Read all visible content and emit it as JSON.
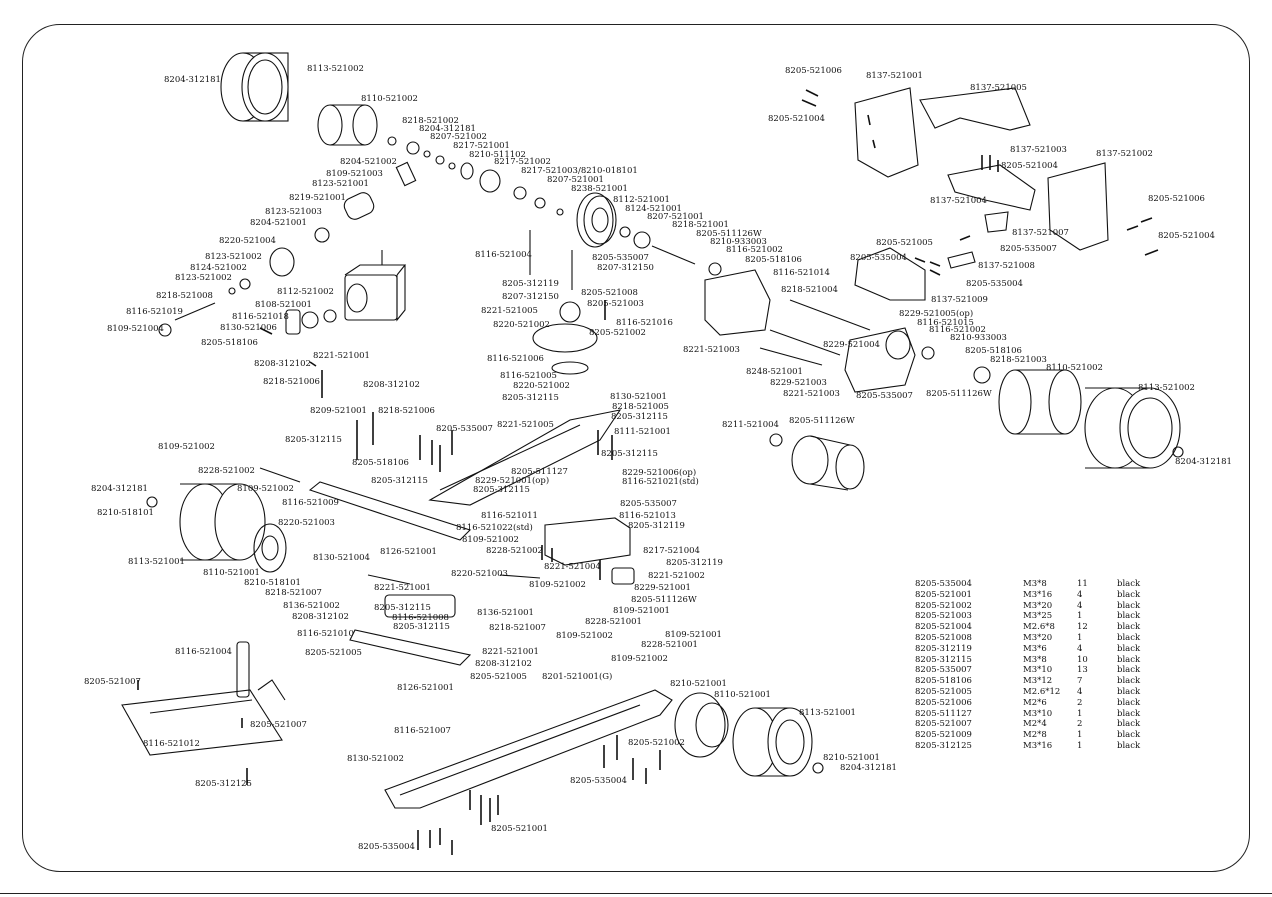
{
  "labels": [
    {
      "id": "l1",
      "text": "8204-312181"
    },
    {
      "id": "l2",
      "text": "8113-521002"
    },
    {
      "id": "l3",
      "text": "8110-521002"
    },
    {
      "id": "l4",
      "text": "8218-521002"
    },
    {
      "id": "l5",
      "text": "8204-312181"
    },
    {
      "id": "l6",
      "text": "8207-521002"
    },
    {
      "id": "l7",
      "text": "8217-521001"
    },
    {
      "id": "l8",
      "text": "8210-511102"
    },
    {
      "id": "l9",
      "text": "8217-521002"
    },
    {
      "id": "l10",
      "text": "8204-521002"
    },
    {
      "id": "l11",
      "text": "8109-521003"
    },
    {
      "id": "l12",
      "text": "8123-521001"
    },
    {
      "id": "l13",
      "text": "8219-521001"
    },
    {
      "id": "l14",
      "text": "8217-521003/8210-018101"
    },
    {
      "id": "l15",
      "text": "8207-521001"
    },
    {
      "id": "l16",
      "text": "8238-521001"
    },
    {
      "id": "l17",
      "text": "8112-521001"
    },
    {
      "id": "l18",
      "text": "8124-521001"
    },
    {
      "id": "l19",
      "text": "8207-521001"
    },
    {
      "id": "l20",
      "text": "8218-521001"
    },
    {
      "id": "l21",
      "text": "8205-511126W"
    },
    {
      "id": "l22",
      "text": "8210-933003"
    },
    {
      "id": "l23",
      "text": "8116-521002"
    },
    {
      "id": "l24",
      "text": "8205-518106"
    },
    {
      "id": "l25",
      "text": "8116-521014"
    },
    {
      "id": "l26",
      "text": "8218-521004"
    },
    {
      "id": "l27",
      "text": "8123-521003"
    },
    {
      "id": "l28",
      "text": "8204-521001"
    },
    {
      "id": "l29",
      "text": "8220-521004"
    },
    {
      "id": "l30",
      "text": "8123-521002"
    },
    {
      "id": "l31",
      "text": "8124-521002"
    },
    {
      "id": "l32",
      "text": "8123-521002"
    },
    {
      "id": "l33",
      "text": "8218-521008"
    },
    {
      "id": "l34",
      "text": "8116-521019"
    },
    {
      "id": "l35",
      "text": "8109-521004"
    },
    {
      "id": "l36",
      "text": "8112-521002"
    },
    {
      "id": "l37",
      "text": "8108-521001"
    },
    {
      "id": "l38",
      "text": "8116-521018"
    },
    {
      "id": "l39",
      "text": "8130-521006"
    },
    {
      "id": "l40",
      "text": "8205-518106"
    },
    {
      "id": "l41",
      "text": "8116-521004"
    },
    {
      "id": "l42",
      "text": "8205-535007"
    },
    {
      "id": "l43",
      "text": "8207-312150"
    },
    {
      "id": "l44",
      "text": "8205-312119"
    },
    {
      "id": "l45",
      "text": "8207-312150"
    },
    {
      "id": "l46",
      "text": "8205-521008"
    },
    {
      "id": "l47",
      "text": "8221-521005"
    },
    {
      "id": "l48",
      "text": "8205-521003"
    },
    {
      "id": "l49",
      "text": "8220-521002"
    },
    {
      "id": "l50",
      "text": "8116-521016"
    },
    {
      "id": "l51",
      "text": "8205-521002"
    },
    {
      "id": "l52",
      "text": "8221-521003"
    },
    {
      "id": "l53",
      "text": "8208-312102"
    },
    {
      "id": "l54",
      "text": "8221-521001"
    },
    {
      "id": "l55",
      "text": "8218-521006"
    },
    {
      "id": "l56",
      "text": "8116-521006"
    },
    {
      "id": "l57",
      "text": "8116-521005"
    },
    {
      "id": "l58",
      "text": "8220-521002"
    },
    {
      "id": "l59",
      "text": "8205-312115"
    },
    {
      "id": "l60",
      "text": "8208-312102"
    },
    {
      "id": "l61",
      "text": "8130-521001"
    },
    {
      "id": "l62",
      "text": "8218-521005"
    },
    {
      "id": "l63",
      "text": "8205-312115"
    },
    {
      "id": "l64",
      "text": "8111-521001"
    },
    {
      "id": "l65",
      "text": "8209-521001"
    },
    {
      "id": "l66",
      "text": "8218-521006"
    },
    {
      "id": "l67",
      "text": "8205-535007"
    },
    {
      "id": "l68",
      "text": "8221-521005"
    },
    {
      "id": "l69",
      "text": "8205-312115"
    },
    {
      "id": "l70",
      "text": "8205-518106"
    },
    {
      "id": "l71",
      "text": "8205-312115"
    },
    {
      "id": "l72",
      "text": "8205-312115"
    },
    {
      "id": "l73",
      "text": "8109-521002"
    },
    {
      "id": "l74",
      "text": "8228-521002"
    },
    {
      "id": "l75",
      "text": "8109-521002"
    },
    {
      "id": "l76",
      "text": "8204-312181"
    },
    {
      "id": "l77",
      "text": "8210-518101"
    },
    {
      "id": "l78",
      "text": "8116-521009"
    },
    {
      "id": "l79",
      "text": "8205-511127"
    },
    {
      "id": "l80",
      "text": "8229-521001(op)"
    },
    {
      "id": "l81",
      "text": "8205-312115"
    },
    {
      "id": "l82",
      "text": "8229-521006(op)"
    },
    {
      "id": "l83",
      "text": "8116-521021(std)"
    },
    {
      "id": "l84",
      "text": "8205-535007"
    },
    {
      "id": "l85",
      "text": "8116-521011"
    },
    {
      "id": "l86",
      "text": "8116-521013"
    },
    {
      "id": "l87",
      "text": "8116-521022(std)"
    },
    {
      "id": "l88",
      "text": "8205-312119"
    },
    {
      "id": "l89",
      "text": "8220-521003"
    },
    {
      "id": "l90",
      "text": "8109-521002"
    },
    {
      "id": "l91",
      "text": "8228-521002"
    },
    {
      "id": "l92",
      "text": "8126-521001"
    },
    {
      "id": "l93",
      "text": "8130-521004"
    },
    {
      "id": "l94",
      "text": "8113-521001"
    },
    {
      "id": "l95",
      "text": "8110-521001"
    },
    {
      "id": "l96",
      "text": "8210-518101"
    },
    {
      "id": "l97",
      "text": "8218-521007"
    },
    {
      "id": "l98",
      "text": "8221-521004"
    },
    {
      "id": "l99",
      "text": "8220-521003"
    },
    {
      "id": "l100",
      "text": "8109-521002"
    },
    {
      "id": "l101",
      "text": "8217-521004"
    },
    {
      "id": "l102",
      "text": "8205-312119"
    },
    {
      "id": "l103",
      "text": "8221-521002"
    },
    {
      "id": "l104",
      "text": "8229-521001"
    },
    {
      "id": "l105",
      "text": "8205-511126W"
    },
    {
      "id": "l106",
      "text": "8221-521001"
    },
    {
      "id": "l107",
      "text": "8136-521002"
    },
    {
      "id": "l108",
      "text": "8208-312102"
    },
    {
      "id": "l109",
      "text": "8205-312115"
    },
    {
      "id": "l110",
      "text": "8116-521008"
    },
    {
      "id": "l111",
      "text": "8205-312115"
    },
    {
      "id": "l112",
      "text": "8136-521001"
    },
    {
      "id": "l113",
      "text": "8109-521001"
    },
    {
      "id": "l114",
      "text": "8228-521001"
    },
    {
      "id": "l115",
      "text": "8218-521007"
    },
    {
      "id": "l116",
      "text": "8109-521002"
    },
    {
      "id": "l117",
      "text": "8116-521010"
    },
    {
      "id": "l118",
      "text": "8205-521005"
    },
    {
      "id": "l119",
      "text": "8221-521001"
    },
    {
      "id": "l120",
      "text": "8208-312102"
    },
    {
      "id": "l121",
      "text": "8205-521005"
    },
    {
      "id": "l122",
      "text": "8109-521001"
    },
    {
      "id": "l123",
      "text": "8228-521001"
    },
    {
      "id": "l124",
      "text": "8109-521002"
    },
    {
      "id": "l125",
      "text": "8116-521004"
    },
    {
      "id": "l126",
      "text": "8205-521007"
    },
    {
      "id": "l127",
      "text": "8205-521007"
    },
    {
      "id": "l128",
      "text": "8116-521012"
    },
    {
      "id": "l129",
      "text": "8205-312125"
    },
    {
      "id": "l130",
      "text": "8126-521001"
    },
    {
      "id": "l131",
      "text": "8201-521001(G)"
    },
    {
      "id": "l132",
      "text": "8116-521007"
    },
    {
      "id": "l133",
      "text": "8130-521002"
    },
    {
      "id": "l134",
      "text": "8210-521001"
    },
    {
      "id": "l135",
      "text": "8110-521001"
    },
    {
      "id": "l136",
      "text": "8113-521001"
    },
    {
      "id": "l137",
      "text": "8205-521002"
    },
    {
      "id": "l138",
      "text": "8205-535004"
    },
    {
      "id": "l139",
      "text": "8210-521001"
    },
    {
      "id": "l140",
      "text": "8204-312181"
    },
    {
      "id": "l141",
      "text": "8205-521001"
    },
    {
      "id": "l142",
      "text": "8205-535004"
    },
    {
      "id": "l143",
      "text": "8205-521006"
    },
    {
      "id": "l144",
      "text": "8137-521001"
    },
    {
      "id": "l145",
      "text": "8137-521005"
    },
    {
      "id": "l146",
      "text": "8205-521004"
    },
    {
      "id": "l147",
      "text": "8137-521003"
    },
    {
      "id": "l148",
      "text": "8205-521004"
    },
    {
      "id": "l149",
      "text": "8137-521002"
    },
    {
      "id": "l150",
      "text": "8205-521006"
    },
    {
      "id": "l151",
      "text": "8137-521004"
    },
    {
      "id": "l152",
      "text": "8205-521004"
    },
    {
      "id": "l153",
      "text": "8137-521007"
    },
    {
      "id": "l154",
      "text": "8205-521005"
    },
    {
      "id": "l155",
      "text": "8205-535007"
    },
    {
      "id": "l156",
      "text": "8205-535004"
    },
    {
      "id": "l157",
      "text": "8137-521008"
    },
    {
      "id": "l158",
      "text": "8205-535004"
    },
    {
      "id": "l159",
      "text": "8137-521009"
    },
    {
      "id": "l160",
      "text": "8229-521005(op)"
    },
    {
      "id": "l161",
      "text": "8116-521015"
    },
    {
      "id": "l162",
      "text": "8116-521002"
    },
    {
      "id": "l163",
      "text": "8210-933003"
    },
    {
      "id": "l164",
      "text": "8205-518106"
    },
    {
      "id": "l165",
      "text": "8218-521003"
    },
    {
      "id": "l166",
      "text": "8229-521004"
    },
    {
      "id": "l167",
      "text": "8110-521002"
    },
    {
      "id": "l168",
      "text": "8248-521001"
    },
    {
      "id": "l169",
      "text": "8229-521003"
    },
    {
      "id": "l170",
      "text": "8221-521003"
    },
    {
      "id": "l171",
      "text": "8205-535007"
    },
    {
      "id": "l172",
      "text": "8205-511126W"
    },
    {
      "id": "l173",
      "text": "8113-521002"
    },
    {
      "id": "l174",
      "text": "8211-521004"
    },
    {
      "id": "l175",
      "text": "8205-511126W"
    },
    {
      "id": "l176",
      "text": "8204-312181"
    }
  ],
  "bom": [
    [
      "8205-535004",
      "M3*8",
      "11",
      "black"
    ],
    [
      "8205-521001",
      "M3*16",
      "4",
      "black"
    ],
    [
      "8205-521002",
      "M3*20",
      "4",
      "black"
    ],
    [
      "8205-521003",
      "M3*25",
      "1",
      "black"
    ],
    [
      "8205-521004",
      "M2.6*8",
      "12",
      "black"
    ],
    [
      "8205-521008",
      "M3*20",
      "1",
      "black"
    ],
    [
      "8205-312119",
      "M3*6",
      "4",
      "black"
    ],
    [
      "8205-312115",
      "M3*8",
      "10",
      "black"
    ],
    [
      "8205-535007",
      "M3*10",
      "13",
      "black"
    ],
    [
      "8205-518106",
      "M3*12",
      "7",
      "black"
    ],
    [
      "8205-521005",
      "M2.6*12",
      "4",
      "black"
    ],
    [
      "8205-521006",
      "M2*6",
      "2",
      "black"
    ],
    [
      "8205-511127",
      "M3*10",
      "1",
      "black"
    ],
    [
      "8205-521007",
      "M2*4",
      "2",
      "black"
    ],
    [
      "8205-521009",
      "M2*8",
      "1",
      "black"
    ],
    [
      "8205-312125",
      "M3*16",
      "1",
      "black"
    ]
  ]
}
